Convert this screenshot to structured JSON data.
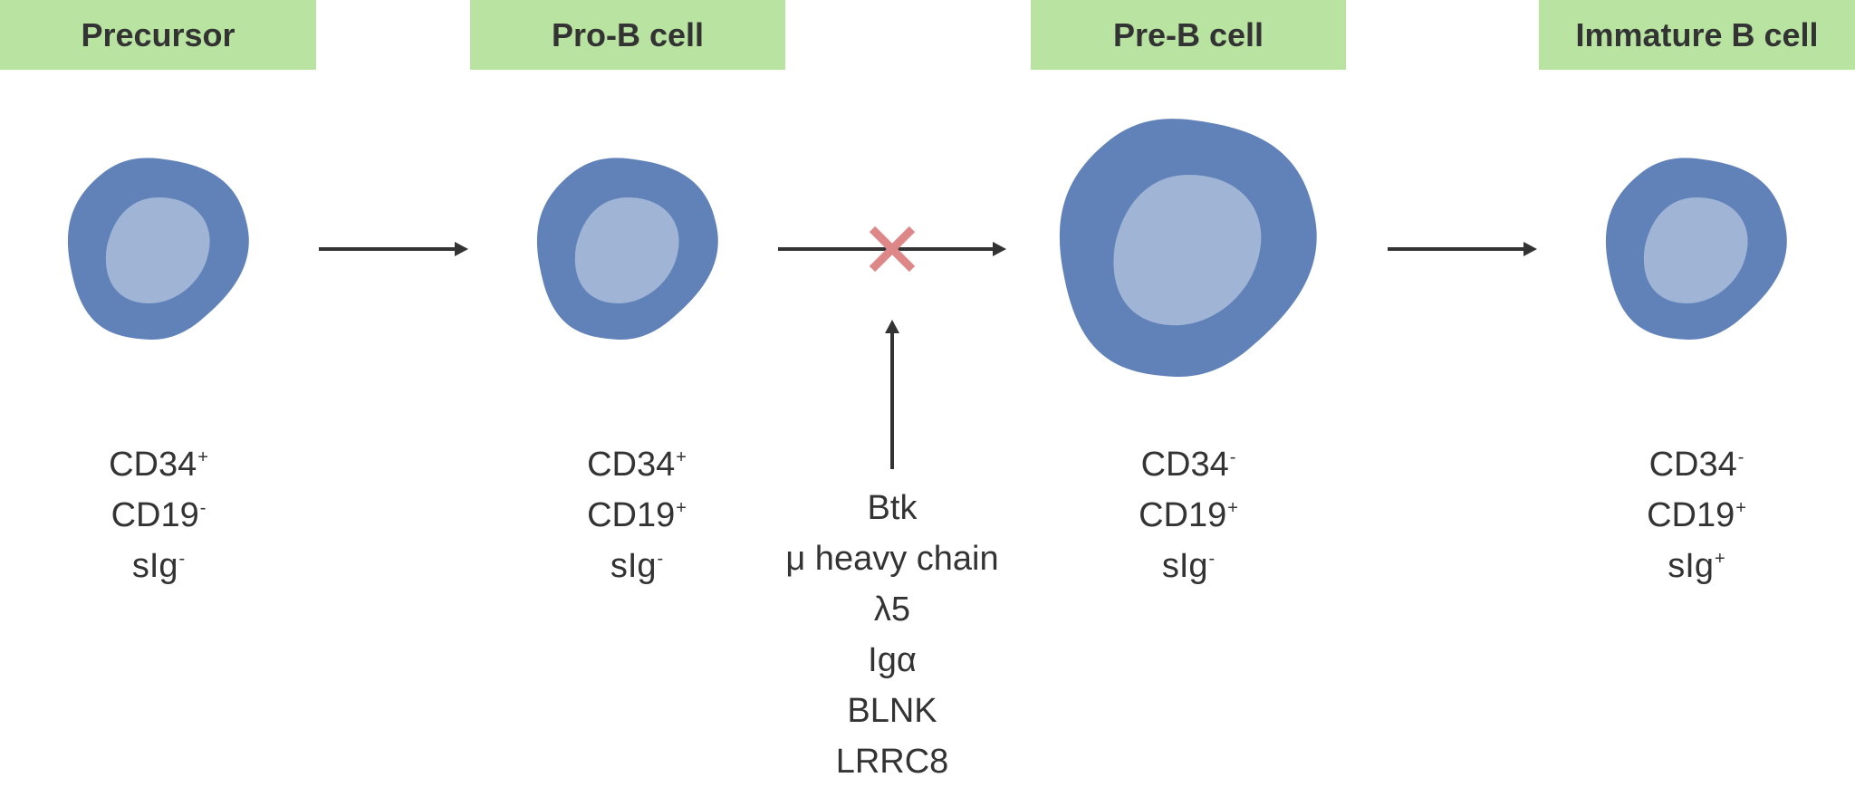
{
  "colors": {
    "header_bg": "#b8e3a1",
    "cell_outer": "#6182b8",
    "cell_inner": "#a0b5d5",
    "arrow": "#333333",
    "block_mark": "#de8789",
    "text": "#333333"
  },
  "stages": [
    {
      "title": "Precursor",
      "markers": [
        {
          "name": "CD34",
          "sign": "+"
        },
        {
          "name": "CD19",
          "sign": "-"
        },
        {
          "name": "sIg",
          "sign": "-"
        }
      ]
    },
    {
      "title": "Pro-B cell",
      "markers": [
        {
          "name": "CD34",
          "sign": "+"
        },
        {
          "name": "CD19",
          "sign": "+"
        },
        {
          "name": "sIg",
          "sign": "-"
        }
      ]
    },
    {
      "title": "Pre-B cell",
      "markers": [
        {
          "name": "CD34",
          "sign": "-"
        },
        {
          "name": "CD19",
          "sign": "+"
        },
        {
          "name": "sIg",
          "sign": "-"
        }
      ]
    },
    {
      "title": "Immature B cell",
      "markers": [
        {
          "name": "CD34",
          "sign": "-"
        },
        {
          "name": "CD19",
          "sign": "+"
        },
        {
          "name": "sIg",
          "sign": "+"
        }
      ]
    }
  ],
  "blocked_transition": {
    "icon": "x-mark-icon",
    "factors": [
      "Btk",
      "μ heavy chain",
      "λ5",
      "Igα",
      "BLNK",
      "LRRC8"
    ]
  }
}
